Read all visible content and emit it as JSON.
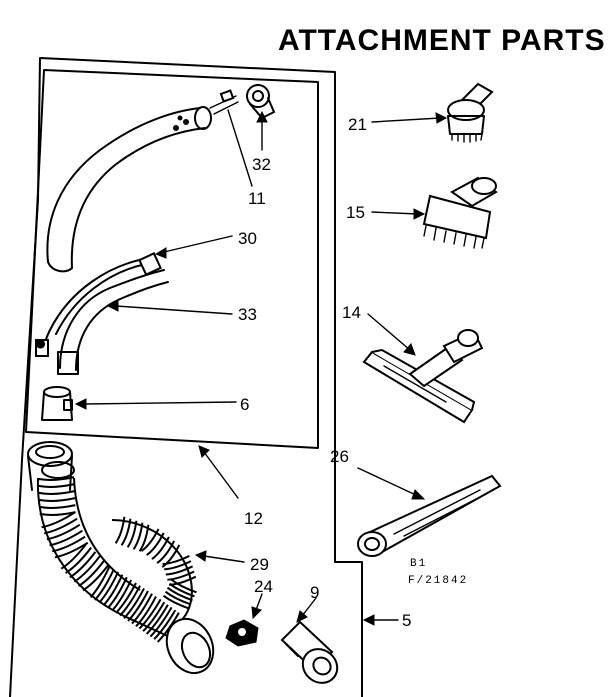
{
  "title": "ATTACHMENT PARTS",
  "callouts": {
    "p21": "21",
    "p15": "15",
    "p14": "14",
    "p26": "26",
    "p32": "32",
    "p11": "11",
    "p30": "30",
    "p33": "33",
    "p6": "6",
    "p12": "12",
    "p29": "29",
    "p24": "24",
    "p9": "9",
    "p5": "5"
  },
  "drawing_code": {
    "line1": "B1",
    "line2": "F/21842"
  }
}
